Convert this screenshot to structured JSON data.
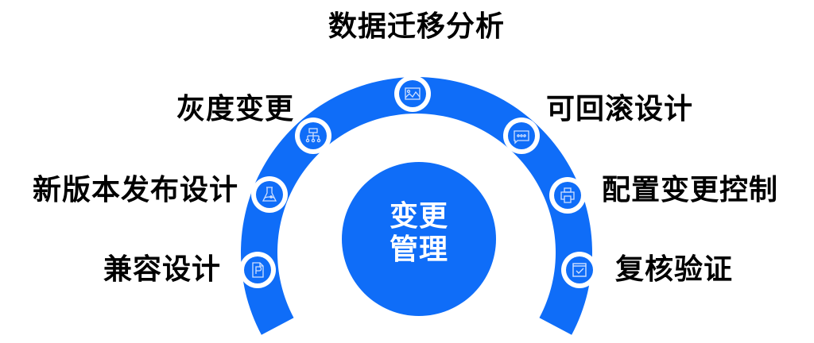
{
  "colors": {
    "primary_blue": "#0F6DF8",
    "ring_white": "#ffffff",
    "label_text": "#000000",
    "center_text": "#ffffff"
  },
  "center": {
    "line1": "变更",
    "line2": "管理"
  },
  "nodes": [
    {
      "label": "兼容设计",
      "icon": "document-p-icon",
      "side": "left"
    },
    {
      "label": "新版本发布设计",
      "icon": "flask-icon",
      "side": "left"
    },
    {
      "label": "灰度变更",
      "icon": "hierarchy-icon",
      "side": "left"
    },
    {
      "label": "数据迁移分析",
      "icon": "image-icon",
      "side": "top"
    },
    {
      "label": "可回滚设计",
      "icon": "chat-icon",
      "side": "right"
    },
    {
      "label": "配置变更控制",
      "icon": "printer-icon",
      "side": "right"
    },
    {
      "label": "复核验证",
      "icon": "checkbox-icon",
      "side": "right"
    }
  ]
}
